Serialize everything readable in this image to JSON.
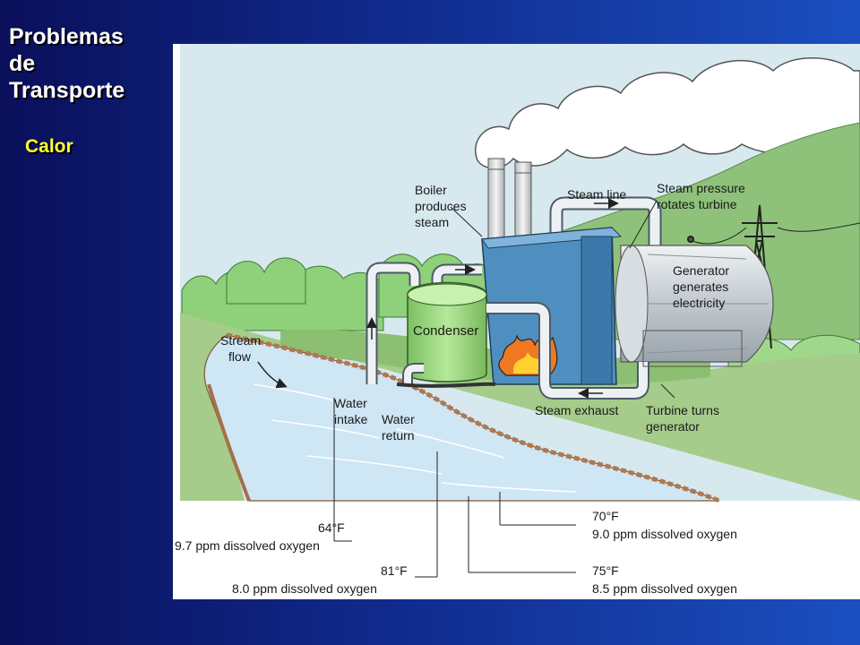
{
  "slide": {
    "title_lines": [
      "Problemas",
      "de",
      "Transporte"
    ],
    "subtitle": "Calor"
  },
  "diagram": {
    "labels": {
      "boiler": [
        "Boiler",
        "produces",
        "steam"
      ],
      "steam_line": "Steam line",
      "steam_pressure": [
        "Steam pressure",
        "rotates turbine"
      ],
      "generator": [
        "Generator",
        "generates",
        "electricity"
      ],
      "condenser": "Condenser",
      "stream_flow": [
        "Stream",
        "flow"
      ],
      "water_intake": [
        "Water",
        "intake"
      ],
      "water_return": [
        "Water",
        "return"
      ],
      "steam_exhaust": "Steam exhaust",
      "turbine_turns": [
        "Turbine turns",
        "generator"
      ]
    },
    "readings": [
      {
        "temp": "64°F",
        "oxygen": "9.7 ppm dissolved oxygen"
      },
      {
        "temp": "81°F",
        "oxygen": "8.0 ppm dissolved oxygen"
      },
      {
        "temp": "70°F",
        "oxygen": "9.0 ppm dissolved oxygen"
      },
      {
        "temp": "75°F",
        "oxygen": "8.5 ppm dissolved oxygen"
      }
    ],
    "colors": {
      "sky": "#d7e9ee",
      "hill": "#8ec27a",
      "river": "#cfe6f4",
      "boiler": "#4f8fc0",
      "condenser": "#9fd87f",
      "fire": "#f07820"
    }
  }
}
